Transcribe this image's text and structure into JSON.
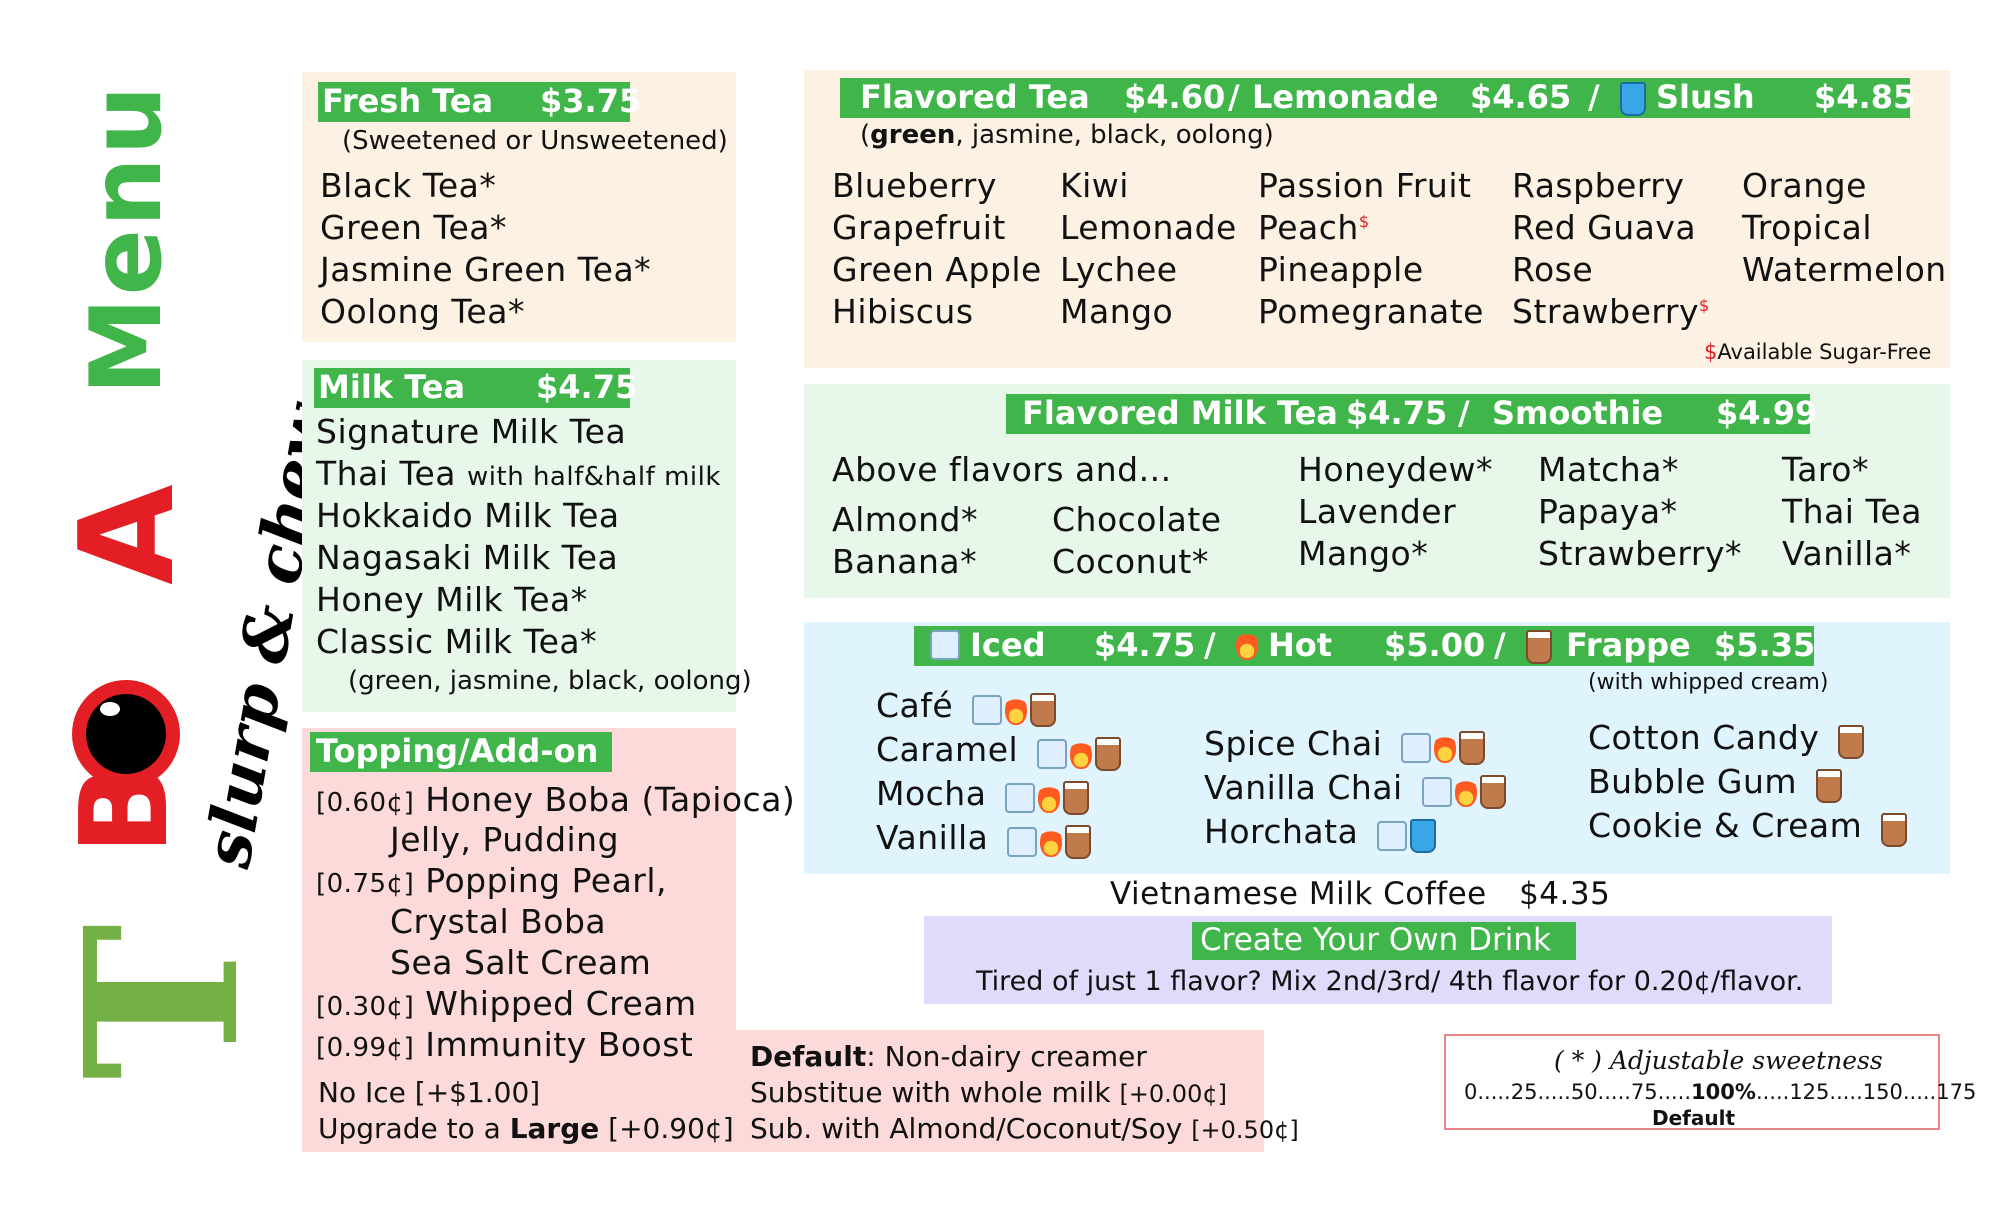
{
  "logo": {
    "brand_T": "T",
    "brand_O": "O",
    "brand_B": "B",
    "brand_A": "A",
    "menu": "Menu",
    "tagline": "slurp & chew",
    "colors": {
      "green": "#3fb54a",
      "red": "#e31e24",
      "olive": "#74b046"
    }
  },
  "fresh_tea": {
    "title": "Fresh Tea",
    "price": "$3.75",
    "subtitle": "(Sweetened or Unsweetened)",
    "items": [
      "Black Tea*",
      "Green Tea*",
      "Jasmine Green Tea*",
      "Oolong Tea*"
    ],
    "bg": "#fdf1e3"
  },
  "milk_tea": {
    "title": "Milk Tea",
    "price": "$4.75",
    "items": [
      "Signature Milk Tea",
      "Thai Tea",
      "Hokkaido Milk Tea",
      "Nagasaki Milk Tea",
      "Honey Milk Tea*",
      "Classic Milk Tea*"
    ],
    "thai_suffix": "with half&half milk",
    "note": "(green, jasmine, black, oolong)",
    "bg": "#e7f7ea"
  },
  "toppings": {
    "title": "Topping/Add-on",
    "rows": [
      {
        "price": "[0.60¢]",
        "name": "Honey Boba (Tapioca)"
      },
      {
        "price": "",
        "name": "Jelly, Pudding"
      },
      {
        "price": "[0.75¢]",
        "name": "Popping Pearl,"
      },
      {
        "price": "",
        "name": "Crystal Boba"
      },
      {
        "price": "",
        "name": "Sea Salt Cream"
      },
      {
        "price": "[0.30¢]",
        "name": "Whipped Cream"
      },
      {
        "price": "[0.99¢]",
        "name": "Immunity Boost"
      }
    ],
    "no_ice": "No Ice",
    "no_ice_price": "[+$1.00]",
    "upgrade_pre": "Upgrade to a ",
    "upgrade_bold": "Large",
    "upgrade_price": "[+0.90¢]",
    "bg": "#fddada"
  },
  "default_box": {
    "label": "Default",
    "label_rest": ": Non-dairy creamer",
    "line2": "Substitue with whole milk",
    "line2_price": "[+0.00¢]",
    "line3": "Sub. with Almond/Coconut/Soy",
    "line3_price": "[+0.50¢]"
  },
  "flavored_tea": {
    "title": "Flavored Tea",
    "price": "$4.60",
    "sep1": "/",
    "lemonade": "Lemonade",
    "lemonade_price": "$4.65",
    "sep2": "/",
    "slush": "Slush",
    "slush_price": "$4.85",
    "subtitle_bold": "green",
    "subtitle_rest": ", jasmine, black, oolong)",
    "subtitle_open": "(",
    "columns": [
      [
        "Blueberry",
        "Grapefruit",
        "Green Apple",
        "Hibiscus"
      ],
      [
        "Kiwi",
        "Lemonade",
        "Lychee",
        "Mango"
      ],
      [
        "Passion Fruit",
        "Peach",
        "Pineapple",
        "Pomegranate"
      ],
      [
        "Raspberry",
        "Red Guava",
        "Rose",
        "Strawberry"
      ],
      [
        "Orange",
        "Tropical",
        "Watermelon"
      ]
    ],
    "sugar_mark": "$",
    "sugar_note": "Available Sugar-Free",
    "bg": "#fdf1e3"
  },
  "flavored_milk_tea": {
    "title": "Flavored Milk Tea",
    "price": "$4.75",
    "sep": "/",
    "smoothie": "Smoothie",
    "smoothie_price": "$4.99",
    "intro": "Above flavors and...",
    "col1": [
      "Almond*",
      "Banana*"
    ],
    "col2": [
      "Chocolate",
      "Coconut*"
    ],
    "col3": [
      "Honeydew*",
      "Lavender",
      "Mango*"
    ],
    "col4": [
      "Matcha*",
      "Papaya*",
      "Strawberry*"
    ],
    "col5": [
      "Taro*",
      "Thai Tea",
      "Vanilla*"
    ],
    "bg": "#e7f7ea"
  },
  "coffee": {
    "iced": "Iced",
    "iced_price": "$4.75",
    "sep1": "/",
    "hot": "Hot",
    "hot_price": "$5.00",
    "sep2": "/",
    "frappe": "Frappe",
    "frappe_price": "$5.35",
    "frappe_note": "(with whipped cream)",
    "col1": [
      "Café",
      "Caramel",
      "Mocha",
      "Vanilla"
    ],
    "col2": [
      "Spice Chai",
      "Vanilla Chai",
      "Horchata"
    ],
    "col3": [
      "Cotton Candy",
      "Bubble Gum",
      "Cookie & Cream"
    ],
    "bg": "#dff4fd"
  },
  "vietnamese": {
    "name": "Vietnamese Milk Coffee",
    "price": "$4.35"
  },
  "create": {
    "title": "Create Your Own Drink",
    "text": "Tired of just 1 flavor? Mix 2nd/3rd/ 4th flavor for 0.20¢/flavor.",
    "bg": "#dedcfa"
  },
  "sweetness": {
    "title": "( * ) Adjustable sweetness",
    "scale_pre": "0.....25.....50.....75.....",
    "scale_bold": "100%",
    "scale_post": ".....125.....150.....175",
    "default": "Default"
  }
}
